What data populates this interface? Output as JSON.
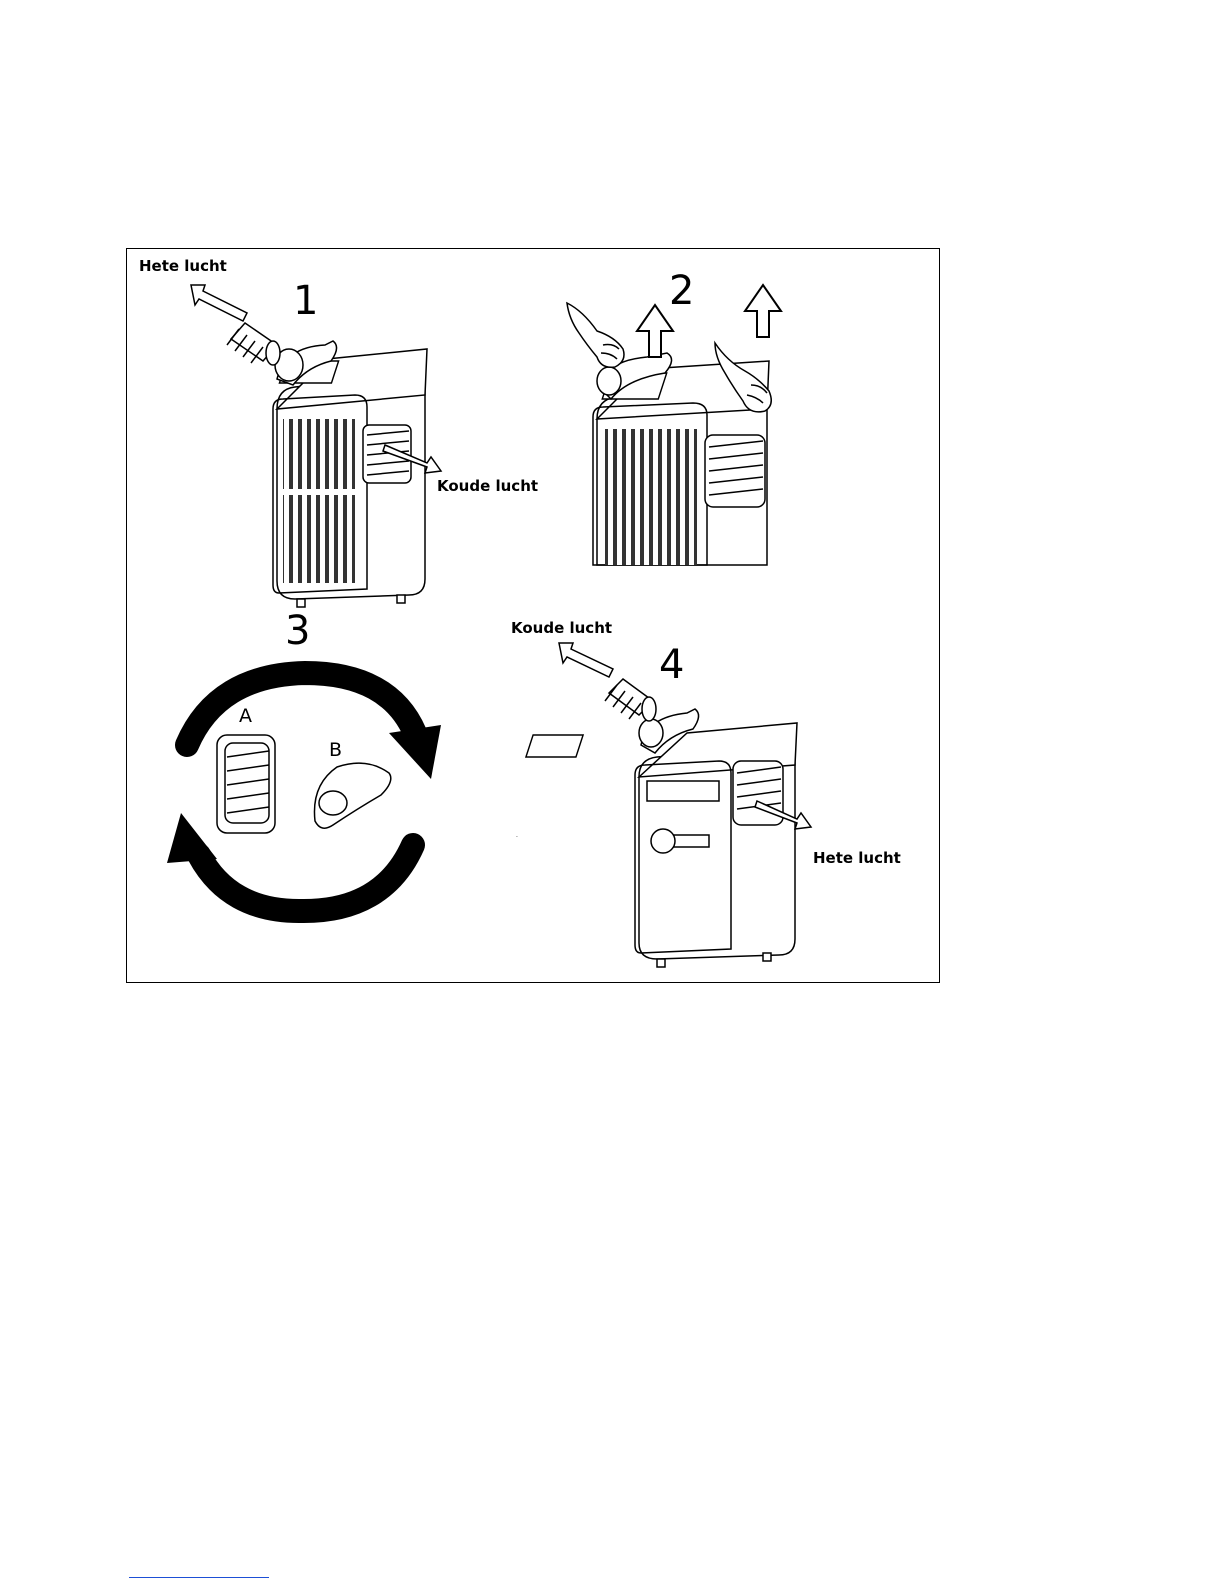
{
  "steps": {
    "s1": {
      "number": "1",
      "hot_label": "Hete lucht",
      "cold_label": "Koude lucht"
    },
    "s2": {
      "number": "2"
    },
    "s3": {
      "number": "3",
      "part_a": "A",
      "part_b": "B"
    },
    "s4": {
      "number": "4",
      "cold_label": "Koude lucht",
      "hot_label": "Hete lucht"
    }
  },
  "colors": {
    "line": "#000000",
    "footer_link": "#1d4fd6"
  }
}
